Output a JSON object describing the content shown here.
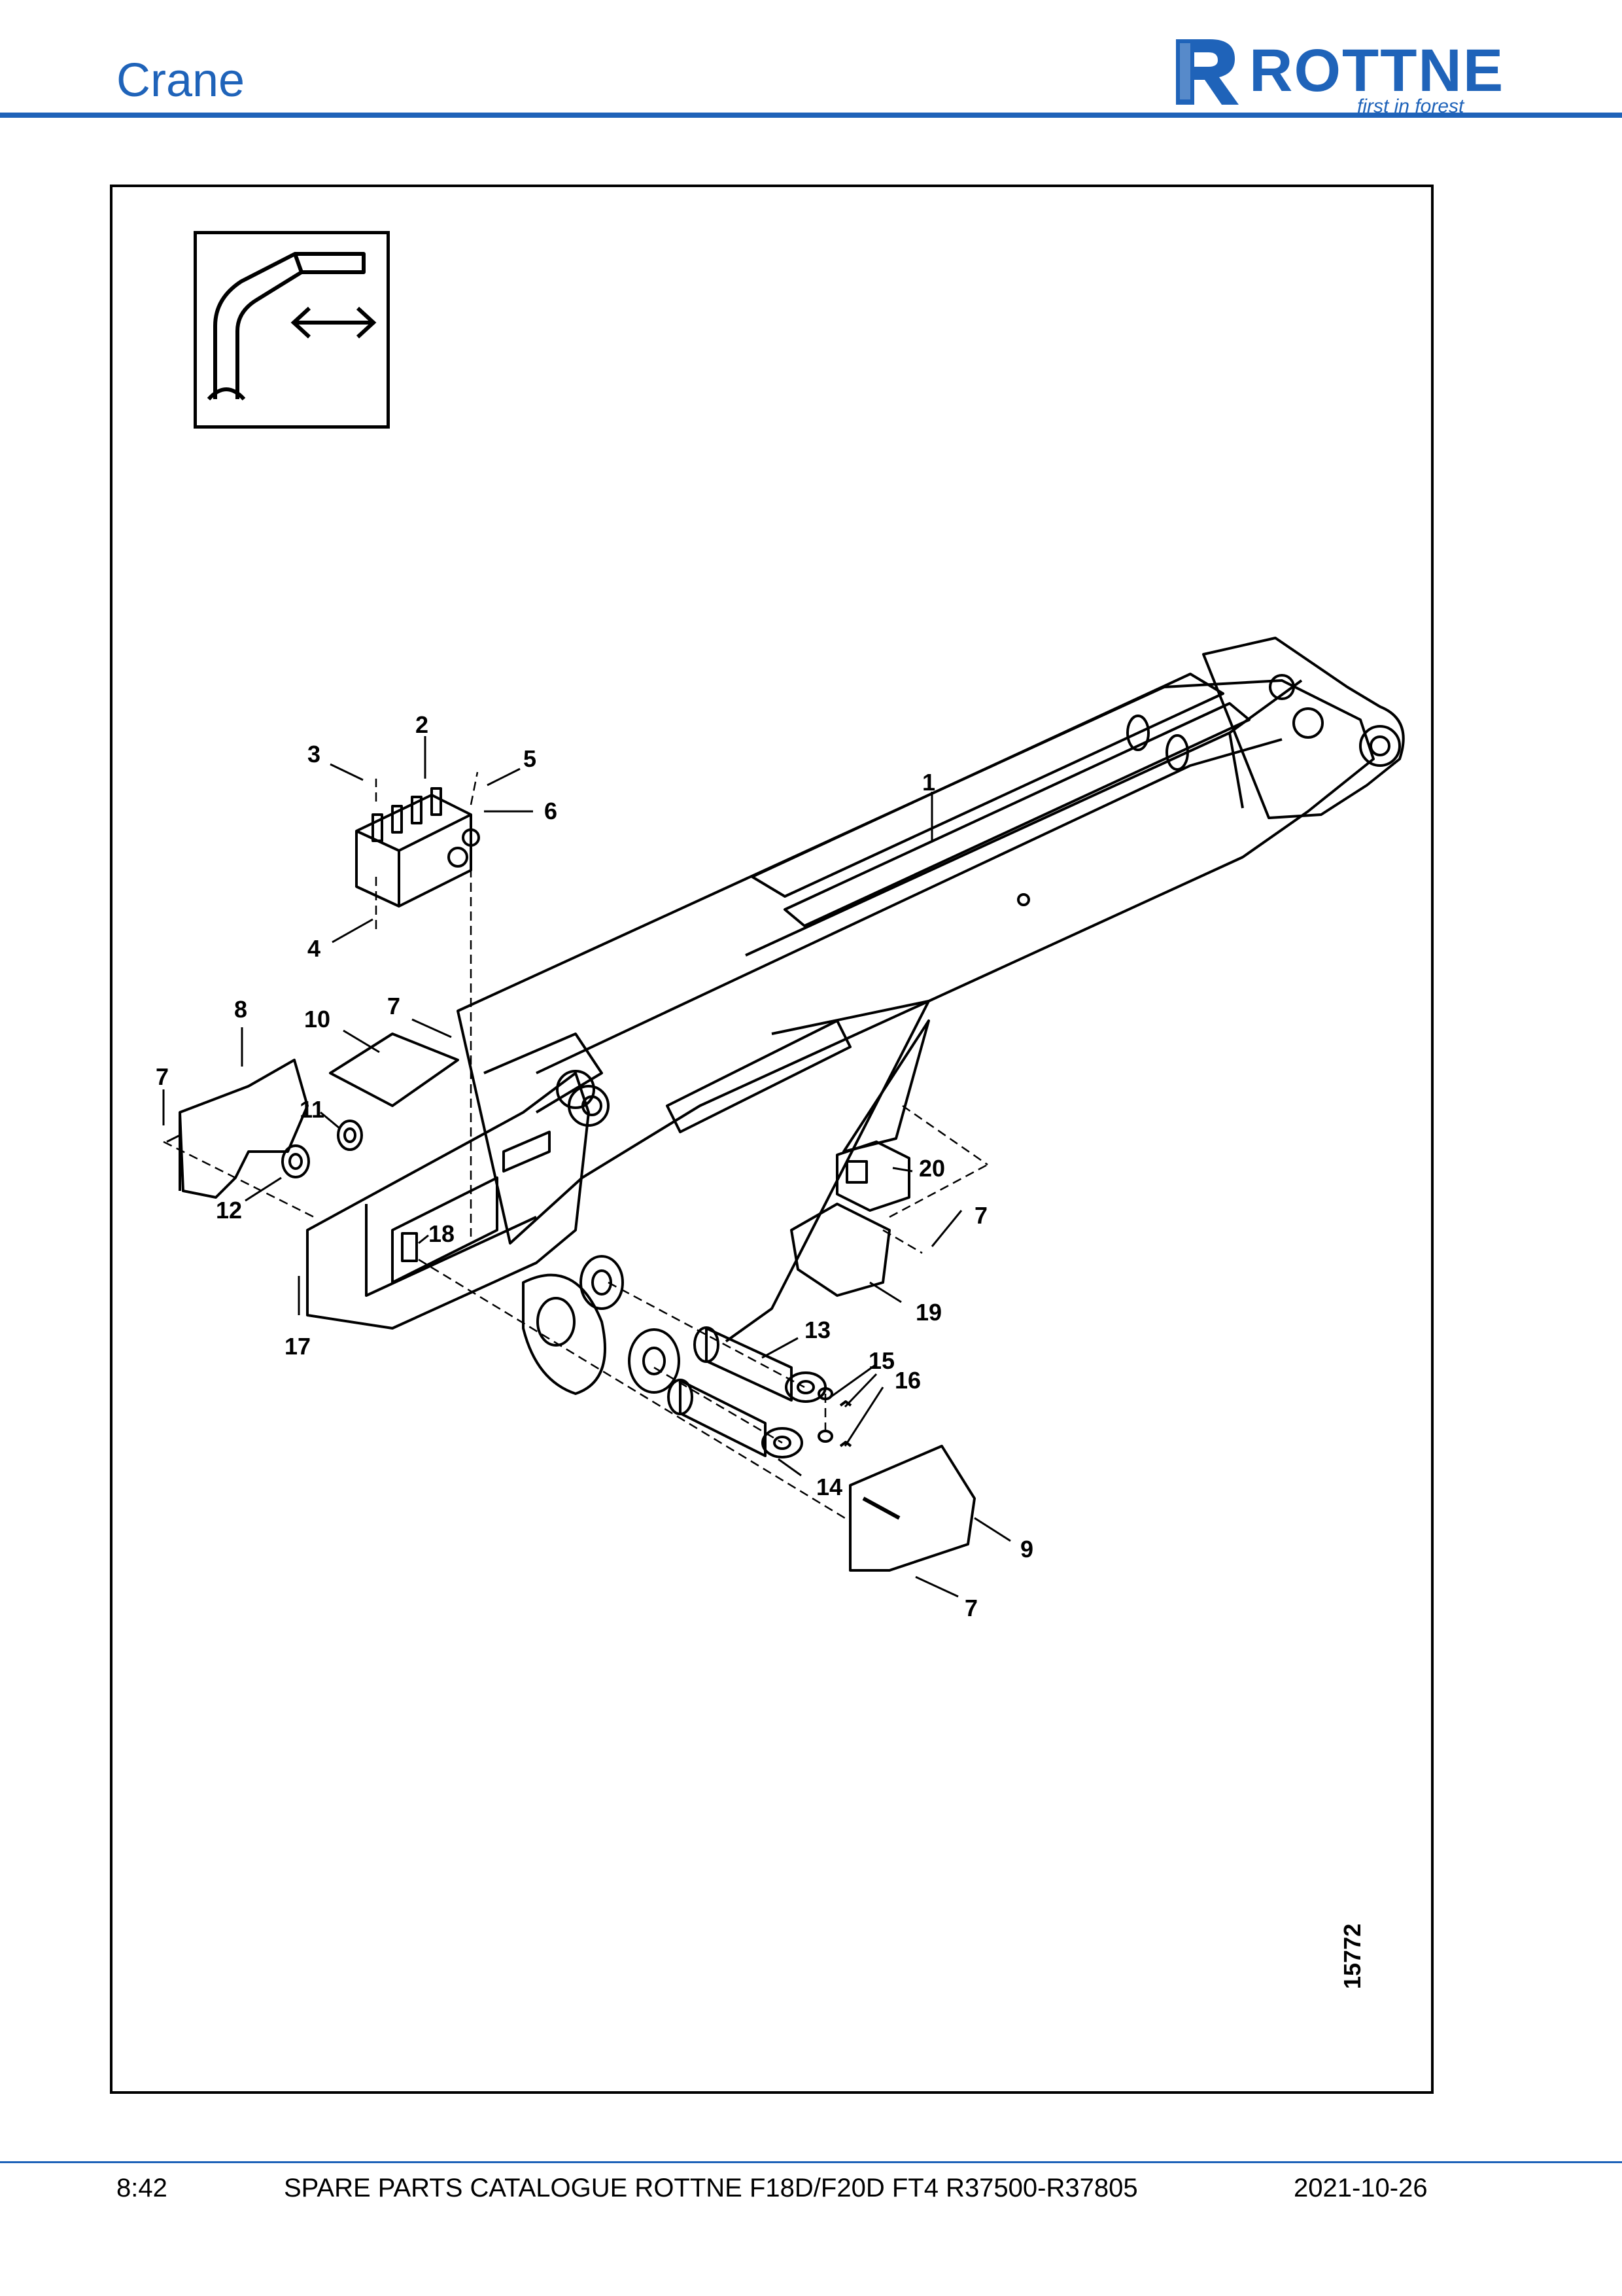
{
  "header": {
    "section_title": "Crane",
    "logo": {
      "word": "ROTTNE",
      "tagline": "first in forest",
      "color": "#1f63b9"
    }
  },
  "figure": {
    "drawing_number": "15772",
    "symbol_icon": "crane-boom-extension-icon",
    "callouts": [
      "1",
      "2",
      "3",
      "4",
      "5",
      "6",
      "7",
      "7",
      "7",
      "7",
      "8",
      "9",
      "10",
      "11",
      "12",
      "13",
      "14",
      "15",
      "16",
      "17",
      "18",
      "19",
      "20"
    ]
  },
  "footer": {
    "page": "8:42",
    "catalogue": "SPARE PARTS CATALOGUE ROTTNE F18D/F20D FT4 R37500-R37805",
    "date": "2021-10-26"
  },
  "colors": {
    "accent": "#1f63b9",
    "line": "#000000"
  }
}
